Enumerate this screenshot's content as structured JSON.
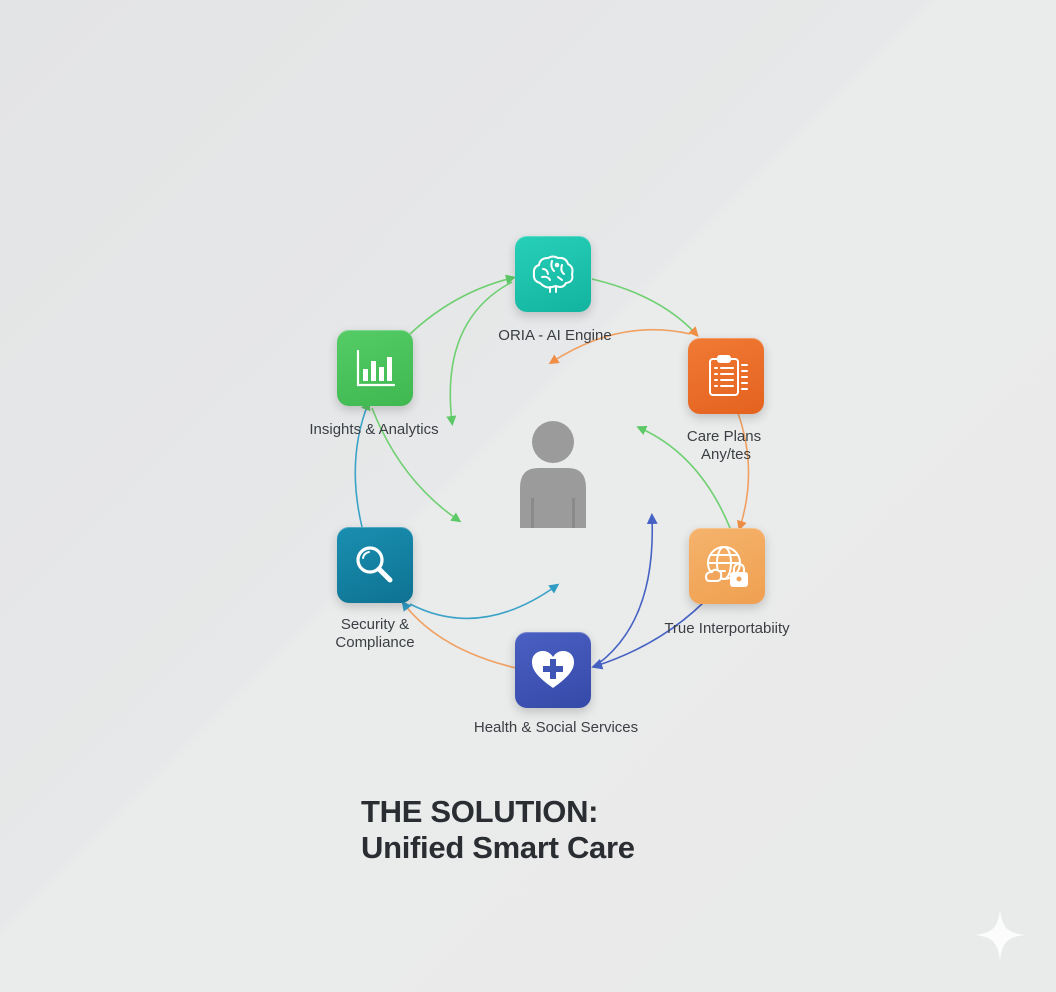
{
  "nodes": {
    "ai_engine": {
      "label": "ORIA - AI Engine",
      "color": "#1fc4ad",
      "icon": "brain-icon"
    },
    "care_plans": {
      "label_line1": "Care Plans",
      "label_line2": "Any/tes",
      "color": "#ec6f2c",
      "icon": "clipboard-icon"
    },
    "interop": {
      "label": "True Interportabiity",
      "color": "#f2a55c",
      "icon": "globe-lock-icon"
    },
    "health": {
      "label": "Health & Social Services",
      "color": "#3f55b5",
      "icon": "heart-plus-icon"
    },
    "security": {
      "label_line1": "Security &",
      "label_line2": "Compliance",
      "color": "#127fa0",
      "icon": "magnifier-icon"
    },
    "insights": {
      "label": "Insights & Analytics",
      "color": "#4cc45d",
      "icon": "bar-chart-icon"
    }
  },
  "center": {
    "icon": "person-icon",
    "color": "#9b9b9b"
  },
  "title": {
    "line1": "THE SOLUTION:",
    "line2": "Unified Smart Care"
  },
  "arrow_colors": {
    "green": "#5dc866",
    "orange": "#f0a060",
    "blue": "#4663c4",
    "teal": "#3ba3c8"
  },
  "watermark": {
    "icon": "sparkle-icon"
  }
}
